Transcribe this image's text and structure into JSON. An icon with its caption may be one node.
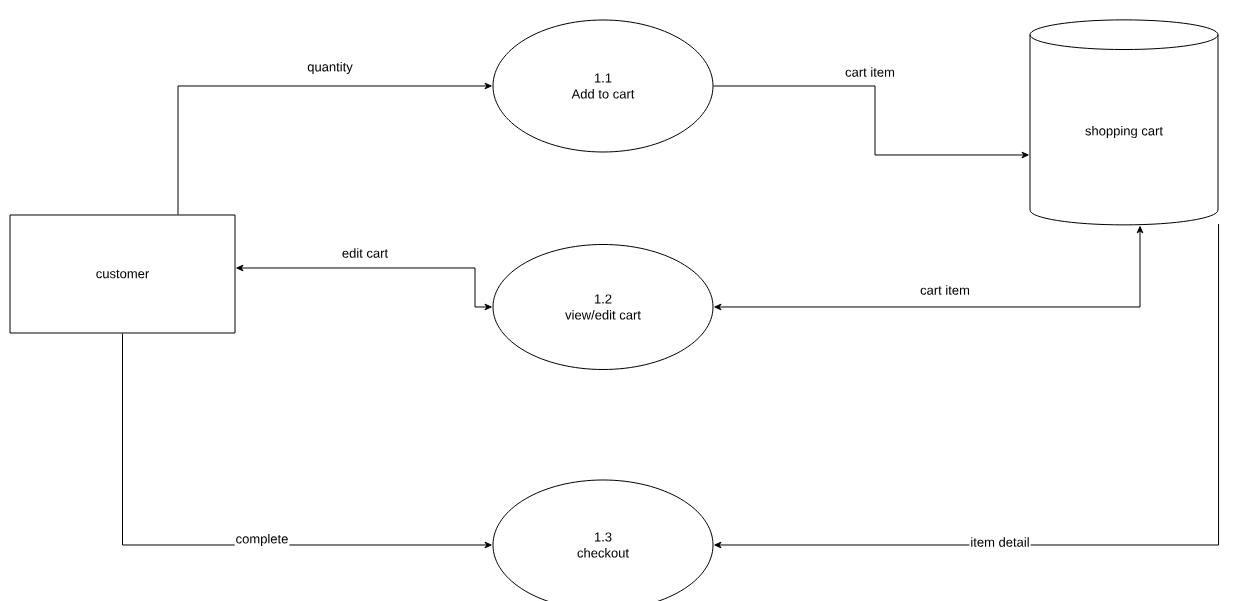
{
  "diagram": {
    "nodes": [
      {
        "text": [
          "customer"
        ]
      },
      {
        "text": [
          "1.1",
          "Add to cart"
        ]
      },
      {
        "text": [
          "shopping cart"
        ]
      },
      {
        "text": [
          "1.2",
          "view/edit cart"
        ]
      },
      {
        "text": [
          "1.3",
          "checkout"
        ]
      }
    ],
    "edges": [
      {
        "from": 0,
        "to": 1,
        "arrow": "to",
        "label": "quantity"
      },
      {
        "from": 1,
        "to": 2,
        "arrow": "to",
        "label": "cart item"
      },
      {
        "from": 0,
        "to": 3,
        "arrow": "both",
        "label": "edit cart"
      },
      {
        "from": 3,
        "to": 2,
        "arrow": "both",
        "label": "cart item"
      },
      {
        "from": 0,
        "to": 4,
        "arrow": "to",
        "label": "complete"
      },
      {
        "from": 2,
        "to": 4,
        "arrow": "to",
        "label": "item detail"
      }
    ]
  }
}
